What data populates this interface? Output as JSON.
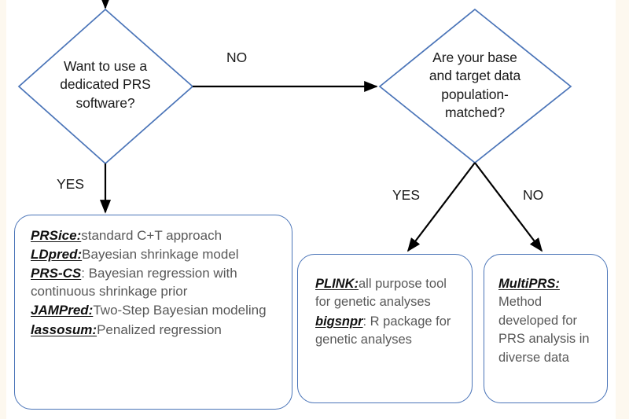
{
  "diagram": {
    "title": "PRS software selection decision flowchart",
    "colors": {
      "shape_border": "#4a74b8",
      "arrow": "#000000",
      "tool_text": "#111111",
      "description_text": "#585858",
      "background": "#ffffff",
      "edge_strip": "#fdf8ef"
    }
  },
  "decisions": [
    {
      "id": "dedicated-prs-software",
      "question": "Want to use a\ndedicated PRS\nsoftware?",
      "yes_label": "YES",
      "no_label": "NO"
    },
    {
      "id": "population-matched",
      "question": "Are your base\nand target data\npopulation-\nmatched?",
      "yes_label": "YES",
      "no_label": "NO"
    }
  ],
  "result_boxes": [
    {
      "id": "dedicated-prs-tools",
      "entries": [
        {
          "tool": "PRSice:",
          "description": "standard C+T approach"
        },
        {
          "tool": "LDpred:",
          "description": "Bayesian shrinkage model"
        },
        {
          "tool": "PRS-CS",
          "description": ": Bayesian regression with continuous shrinkage prior"
        },
        {
          "tool": "JAMPred:",
          "description": "Two-Step Bayesian modeling"
        },
        {
          "tool": "lassosum:",
          "description": "Penalized regression"
        }
      ]
    },
    {
      "id": "population-matched-tools",
      "entries": [
        {
          "tool": "PLINK:",
          "description": "all purpose tool for genetic analyses"
        },
        {
          "tool": "bigsnpr",
          "description": ": R package for genetic analyses"
        }
      ]
    },
    {
      "id": "diverse-population-tools",
      "entries": [
        {
          "tool": "MultiPRS:",
          "description": "Method developed for PRS analysis in diverse data"
        }
      ]
    }
  ]
}
